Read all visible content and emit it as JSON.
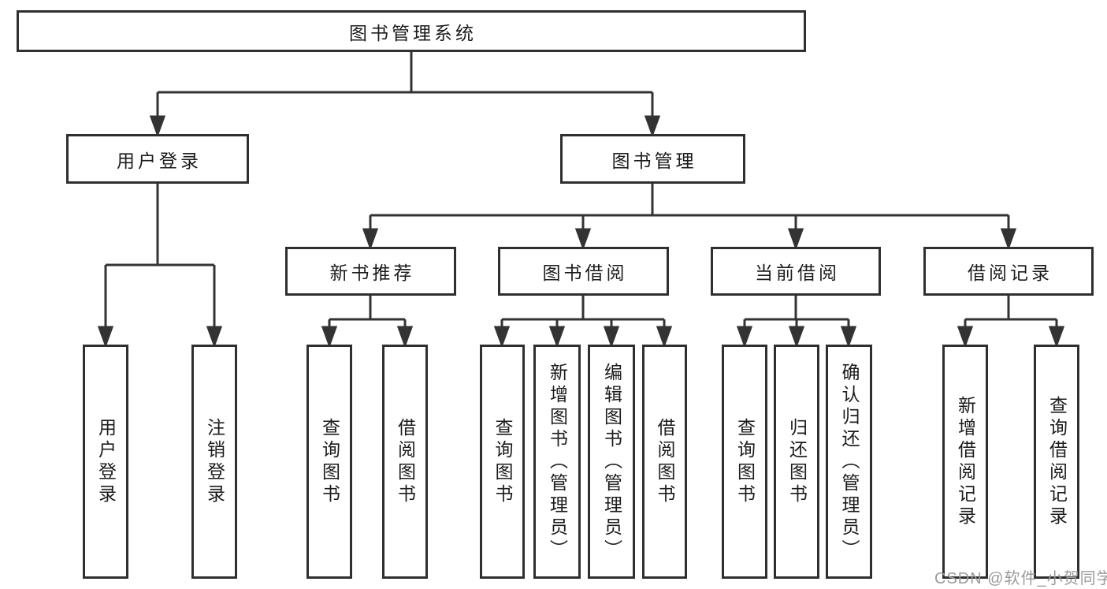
{
  "tree": {
    "root": {
      "label": "图书管理系统"
    },
    "branches": [
      {
        "label": "用户登录",
        "children": [
          {
            "label": "用户登录"
          },
          {
            "label": "注销登录"
          }
        ]
      },
      {
        "label": "图书管理",
        "children": [
          {
            "label": "新书推荐",
            "children": [
              {
                "label": "查询图书"
              },
              {
                "label": "借阅图书"
              }
            ]
          },
          {
            "label": "图书借阅",
            "children": [
              {
                "label": "查询图书"
              },
              {
                "label": "新增图书（管理员）"
              },
              {
                "label": "编辑图书（管理员）"
              },
              {
                "label": "借阅图书"
              }
            ]
          },
          {
            "label": "当前借阅",
            "children": [
              {
                "label": "查询图书"
              },
              {
                "label": "归还图书"
              },
              {
                "label": "确认归还（管理员）"
              }
            ]
          },
          {
            "label": "借阅记录",
            "children": [
              {
                "label": "新增借阅记录"
              },
              {
                "label": "查询借阅记录"
              }
            ]
          }
        ]
      }
    ]
  },
  "watermark": "CSDN @软件_小贺同学",
  "colors": {
    "line": "#333333",
    "box_border": "#2f2f2f",
    "text": "#1c1c1c",
    "watermark": "#9b9b9b",
    "background": "#ffffff"
  }
}
